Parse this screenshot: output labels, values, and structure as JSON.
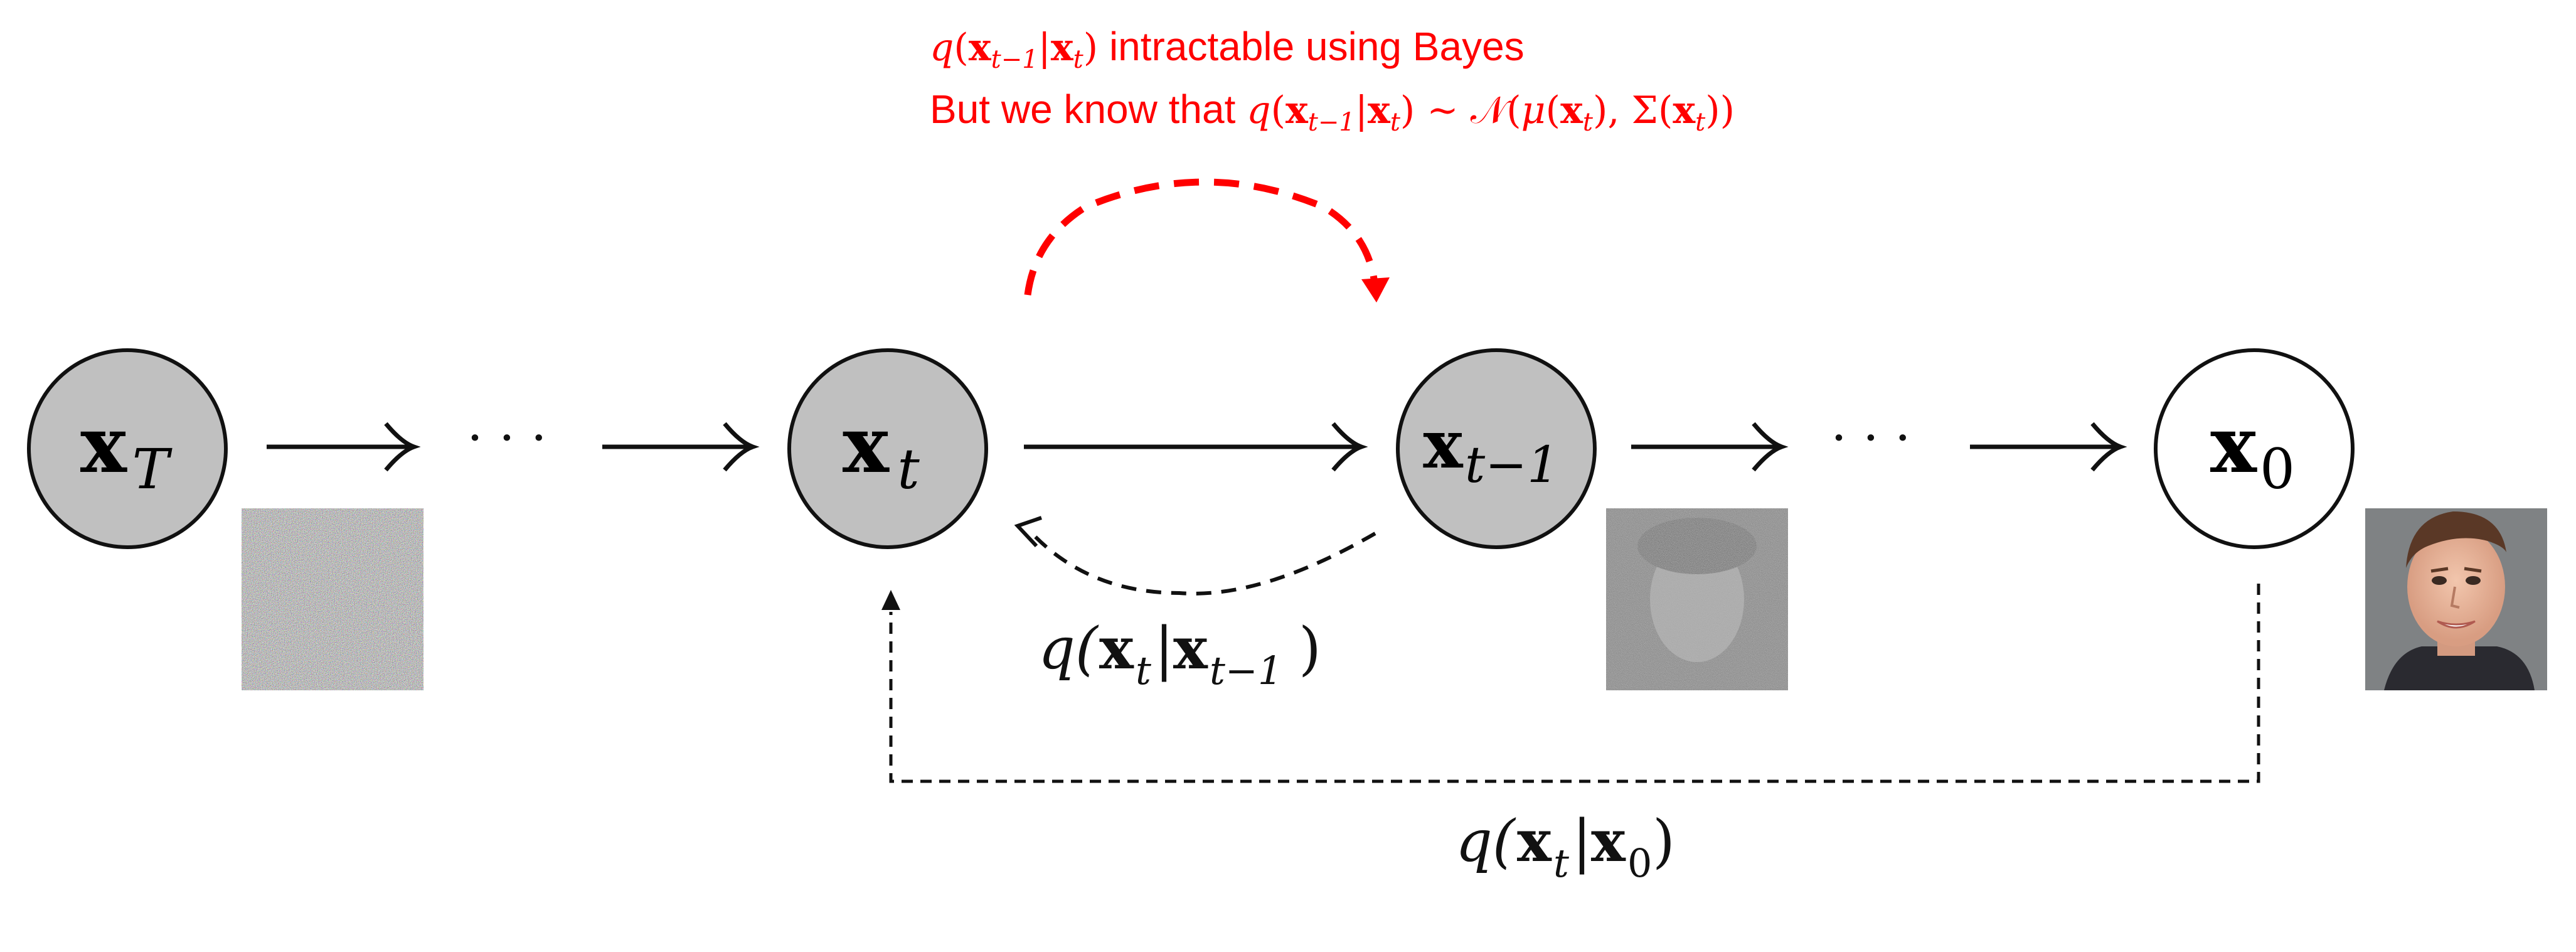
{
  "colors": {
    "node_gray": "#c0c0c0",
    "node_white": "#ffffff",
    "stroke": "#111111",
    "annotation": "#ff0000"
  },
  "nodes": {
    "xT": {
      "sym": "x",
      "sub": "T"
    },
    "xt": {
      "sym": "x",
      "sub": "t"
    },
    "xt1": {
      "sym": "x",
      "sub": "t−1"
    },
    "x0": {
      "sym": "x",
      "sub": "0"
    }
  },
  "ellipsis": "· · ·",
  "labels": {
    "q_xt_given_xt1": {
      "pre": "q(",
      "a": "x",
      "a_sub": "t",
      "bar": "|",
      "b": "x",
      "b_sub": "t−1",
      "post": ")"
    },
    "q_xt_given_x0": {
      "pre": "q(",
      "a": "x",
      "a_sub": "t",
      "bar": "|",
      "b": "x",
      "b_sub": "0",
      "post": ")"
    }
  },
  "annotation": {
    "line1": {
      "q": "q",
      "open": "(",
      "x1": "x",
      "x1_sub": "t−1",
      "bar": "|",
      "x2": "x",
      "x2_sub": "t",
      "close": ")",
      "text": " intractable using Bayes"
    },
    "line2": {
      "text": "But we know that ",
      "q": "q",
      "open": "(",
      "x1": "x",
      "x1_sub": "t−1",
      "bar": "|",
      "x2": "x",
      "x2_sub": "t",
      "close": ")",
      "sim": " ~ ",
      "normal": "𝒩",
      "lp": "(",
      "mu": "μ",
      "mu_arg_open": "(",
      "x3": "x",
      "x3_sub": "t",
      "mu_arg_close": ")",
      "comma": ", ",
      "sigma": "Σ",
      "sig_arg_open": "(",
      "x4": "x",
      "x4_sub": "t",
      "sig_arg_close": ")",
      "rp": ")"
    }
  },
  "images": {
    "noise_full": "pure-noise-image",
    "noise_partial": "partially-noised-face-image",
    "clean_face": "clean-face-image"
  }
}
